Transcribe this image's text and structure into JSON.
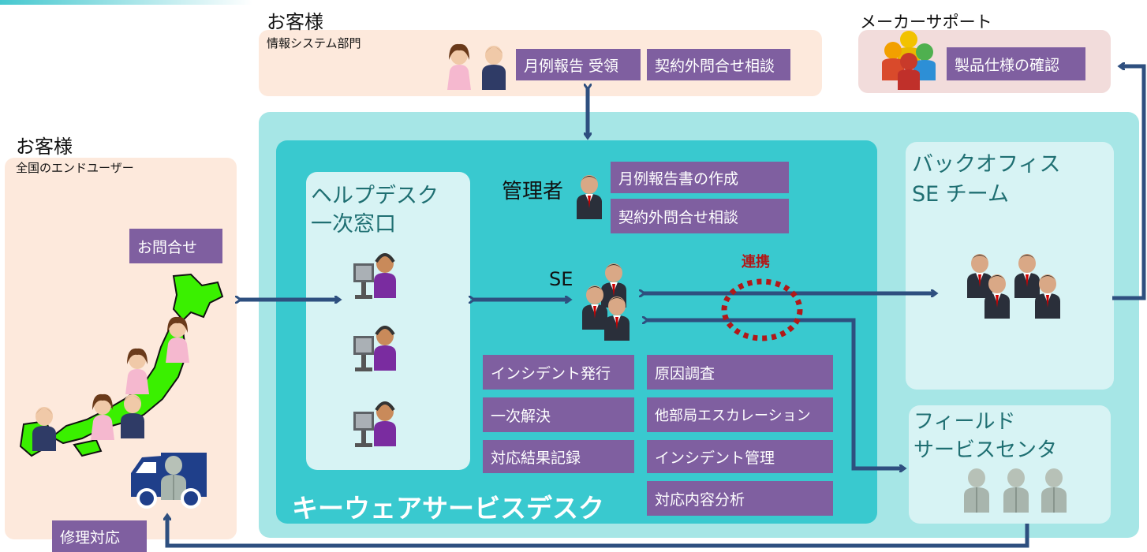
{
  "top_customer": {
    "title": "お客様",
    "subtitle": "情報システム部門",
    "tags": [
      "月例報告 受領",
      "契約外問合せ相談"
    ]
  },
  "maker": {
    "title": "メーカーサポート",
    "tag": "製品仕様の確認"
  },
  "left_customer": {
    "title": "お客様",
    "subtitle": "全国のエンドユーザー",
    "inquiry": "お問合せ",
    "repair": "修理対応"
  },
  "helpdesk": {
    "title_line1": "ヘルプデスク",
    "title_line2": "一次窓口"
  },
  "manager": {
    "label": "管理者",
    "tags": [
      "月例報告書の作成",
      "契約外問合せ相談"
    ]
  },
  "se": {
    "label": "SE"
  },
  "link_label": "連携",
  "backoffice": {
    "title_line1": "バックオフィス",
    "title_line2": "SE チーム"
  },
  "field": {
    "title_line1": "フィールド",
    "title_line2": "サービスセンタ"
  },
  "tasks_left": [
    "インシデント発行",
    "一次解決",
    "対応結果記録"
  ],
  "tasks_right": [
    "原因調査",
    "他部局エスカレーション",
    "インシデント管理",
    "対応内容分析"
  ],
  "service_desk_title": "キーウェアサービスデスク",
  "colors": {
    "outer_teal": "#a6e6e6",
    "inner_teal": "#39c9cf",
    "tag_purple": "#7f5fa0",
    "arrow_blue": "#2e4f7f",
    "japan_green": "#3af000",
    "link_red": "#b11818"
  }
}
